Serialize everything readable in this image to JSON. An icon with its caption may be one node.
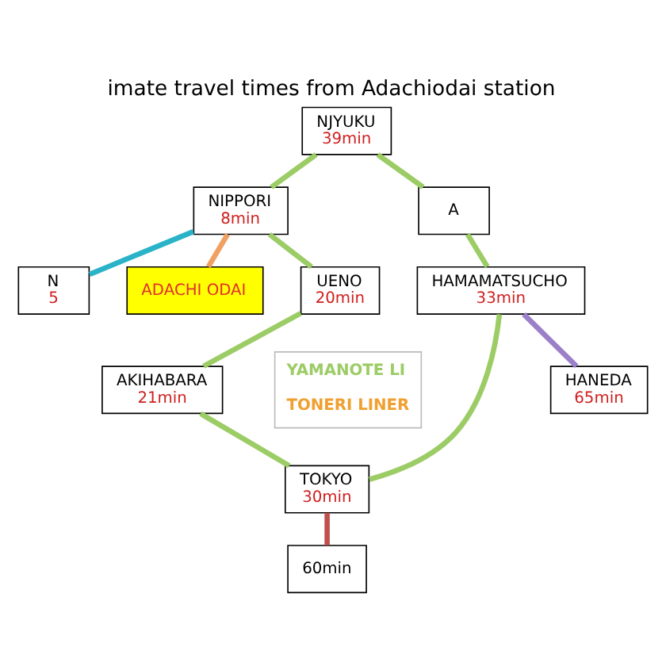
{
  "diagram": {
    "title": "imate travel times from Adachiodai station",
    "nodes": [
      {
        "text": [
          "NJYUKU",
          "39min"
        ]
      },
      {
        "text": [
          "NIPPORI",
          "8min"
        ]
      },
      {
        "text": [
          "N",
          "5"
        ]
      },
      {
        "text": [
          "ADACHI ODAI"
        ]
      },
      {
        "text": [
          "A"
        ]
      },
      {
        "text": [
          "UENO",
          "20min"
        ]
      },
      {
        "text": [
          "AKIHABARA",
          "21min"
        ]
      },
      {
        "text": [
          "HAMAMATSUCHO",
          "33min"
        ]
      },
      {
        "text": [
          "TOKYO",
          "30min"
        ]
      },
      {
        "text": [
          "HANEDA",
          "65min"
        ]
      },
      {
        "text": [
          "60min"
        ]
      }
    ],
    "edges": [
      {
        "from": 0,
        "to": 1,
        "arrow": "none"
      },
      {
        "from": 1,
        "to": 2,
        "arrow": "none",
        "color": "#2ab3c8"
      },
      {
        "from": 1,
        "to": 3,
        "arrow": "none",
        "color": "#f0a060"
      },
      {
        "from": 0,
        "to": 4,
        "arrow": "none"
      },
      {
        "from": 1,
        "to": 5,
        "arrow": "none"
      },
      {
        "from": 5,
        "to": 6,
        "arrow": "none"
      },
      {
        "from": 6,
        "to": 8,
        "arrow": "none"
      },
      {
        "from": 4,
        "to": 7,
        "arrow": "none"
      },
      {
        "from": 7,
        "to": 8,
        "arrow": "none"
      },
      {
        "from": 7,
        "to": 9,
        "arrow": "none",
        "color": "#9b7fc8"
      },
      {
        "from": 8,
        "to": 10,
        "arrow": "none",
        "color": "#c0504d"
      }
    ],
    "legend": [
      {
        "text": "YAMANOTE LI",
        "color": "#9ccc65"
      },
      {
        "text": "TONERI LINER",
        "color": "#f0a030"
      }
    ]
  }
}
